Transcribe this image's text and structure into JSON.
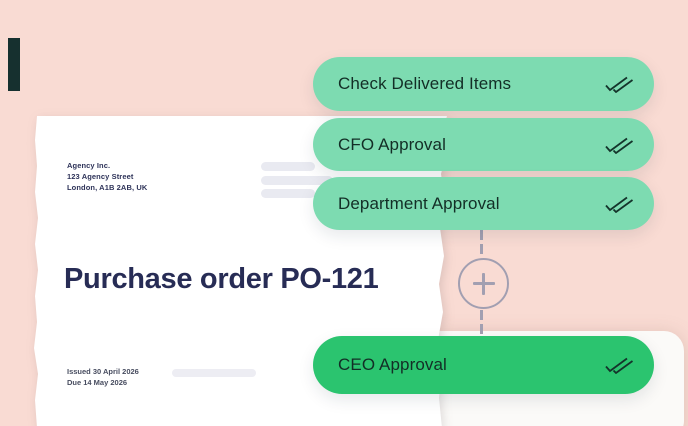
{
  "colors": {
    "background": "#f9dbd3",
    "accent_block": "#16302f",
    "mint_pill": "#7ddbb1",
    "green_pill": "#2bc46f",
    "pill_text": "#132e26",
    "title_text": "#272c55",
    "muted_text": "#474c5f",
    "connector": "#a29fb1"
  },
  "document": {
    "company_name": "Agency Inc.",
    "address_line1": "123 Agency Street",
    "address_line2": "London, A1B 2AB, UK",
    "title": "Purchase order PO-121",
    "issued": "Issued 30 April 2026",
    "due": "Due 14 May 2026"
  },
  "workflow": {
    "steps": [
      {
        "label": "Check Delivered Items",
        "icon": "double-check-icon",
        "color": "#7ddbb1"
      },
      {
        "label": "CFO Approval",
        "icon": "double-check-icon",
        "color": "#7ddbb1"
      },
      {
        "label": "Department Approval",
        "icon": "double-check-icon",
        "color": "#7ddbb1"
      },
      {
        "label": "CEO Approval",
        "icon": "double-check-icon",
        "color": "#2bc46f"
      }
    ],
    "add_button_icon": "plus-icon"
  }
}
